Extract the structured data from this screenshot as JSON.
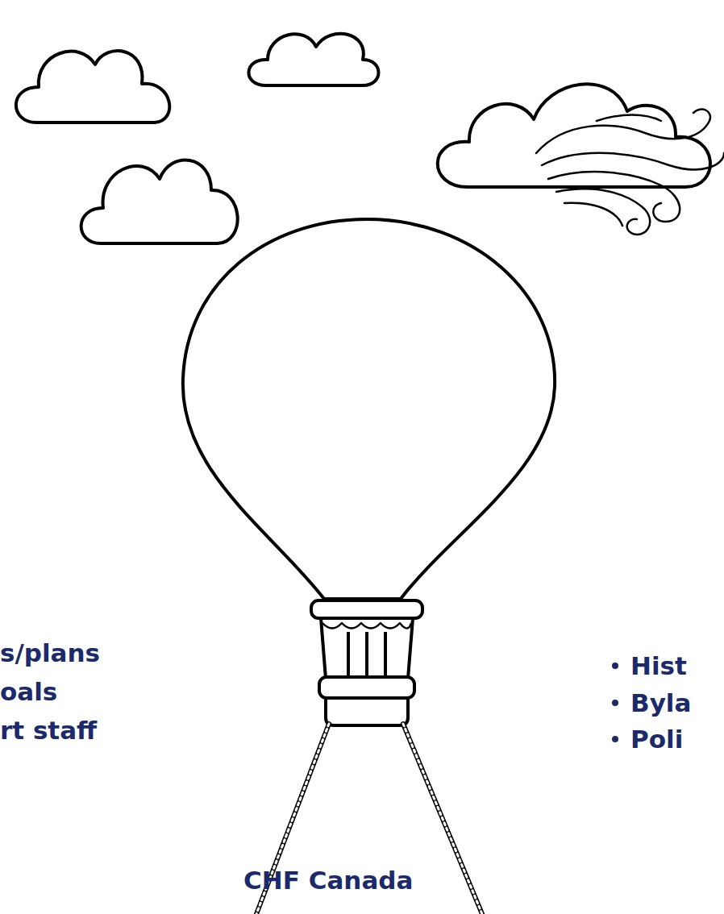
{
  "diagram": {
    "labels": [
      "s/plans",
      "oals",
      "rt staff",
      "CHF Canada",
      "Hist",
      "Byla",
      "Poli"
    ]
  }
}
